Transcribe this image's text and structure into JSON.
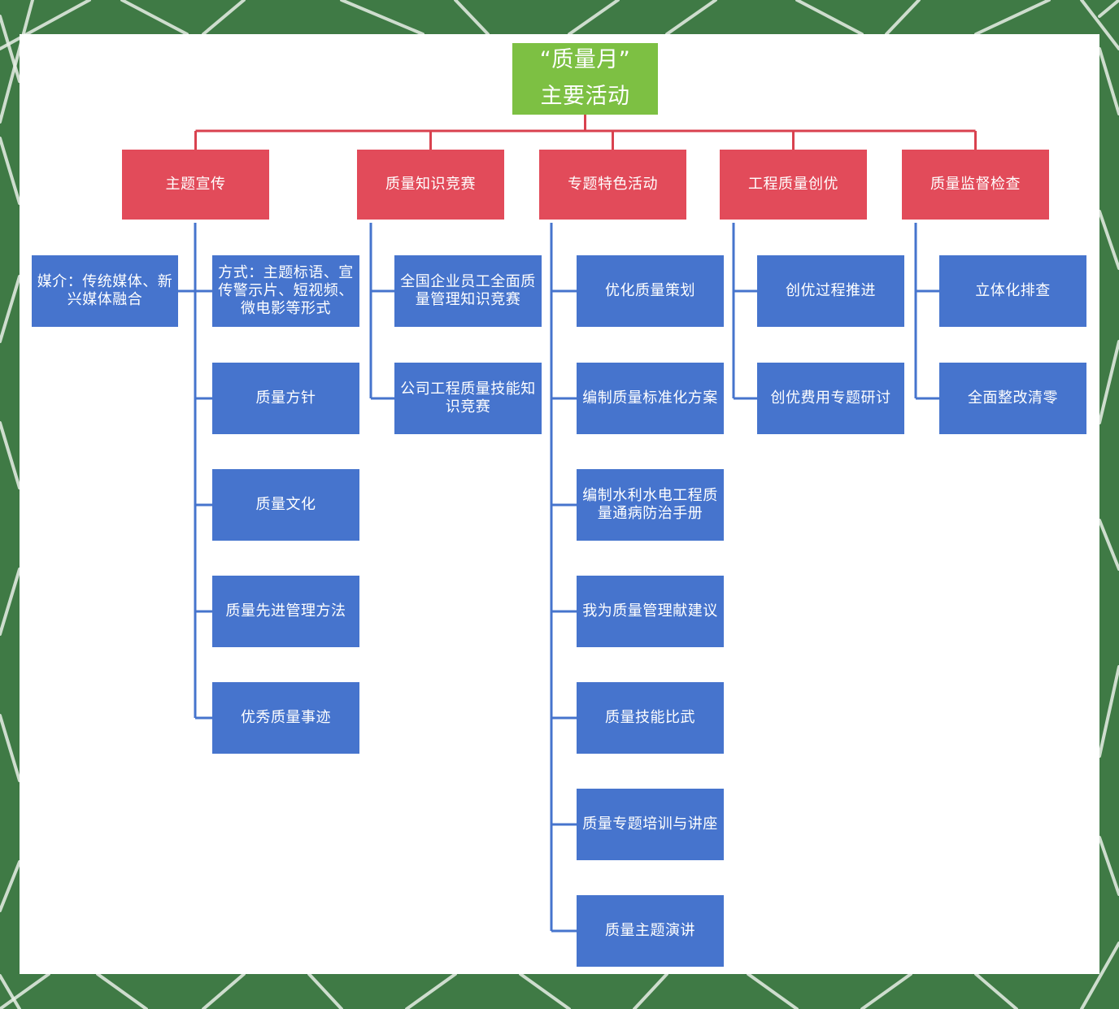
{
  "root": {
    "label": "“质量月”\n主要活动"
  },
  "categories": [
    {
      "label": "主题宣传",
      "items": [
        "方式：主题标语、宣传警示片、短视频、微电影等形式",
        "质量方针",
        "质量文化",
        "质量先进管理方法",
        "优秀质量事迹"
      ]
    },
    {
      "label": "质量知识竞赛",
      "items": [
        "全国企业员工全面质量管理知识竞赛",
        "公司工程质量技能知识竞赛"
      ]
    },
    {
      "label": "专题特色活动",
      "items": [
        "优化质量策划",
        "编制质量标准化方案",
        "编制水利水电工程质量通病防治手册",
        "我为质量管理献建议",
        "质量技能比武",
        "质量专题培训与讲座",
        "质量主题演讲"
      ]
    },
    {
      "label": "工程质量创优",
      "items": [
        "创优过程推进",
        "创优费用专题研讨"
      ]
    },
    {
      "label": "质量监督检查",
      "items": [
        "立体化排查",
        "全面整改清零"
      ]
    }
  ],
  "media_note": {
    "label": "媒介：传统媒体、新兴媒体融合"
  },
  "colors": {
    "frame_green": "#3f7a45",
    "root_fill": "#7dc043",
    "category_fill": "#e24b5a",
    "leaf_fill": "#4674cd",
    "root_connector": "#d9424f",
    "leaf_connector": "#4674cd"
  }
}
